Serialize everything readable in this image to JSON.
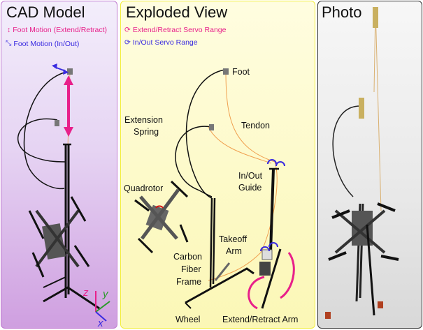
{
  "panels": {
    "cad": {
      "title": "CAD Model",
      "legend": [
        {
          "icon": "vertical-double-arrow-icon",
          "label": "Foot Motion (Extend/Retract)",
          "color": "#e8208a"
        },
        {
          "icon": "diagonal-double-arrow-icon",
          "label": "Foot Motion (In/Out)",
          "color": "#3a2be0"
        }
      ],
      "axes": {
        "z": "z",
        "y": "y",
        "x": "x"
      }
    },
    "exploded": {
      "title": "Exploded View",
      "legend": [
        {
          "icon": "rotate-arrows-icon",
          "label": "Extend/Retract Servo Range",
          "color": "#e8208a"
        },
        {
          "icon": "rotate-arrows-icon",
          "label": "In/Out Servo Range",
          "color": "#3a2be0"
        }
      ],
      "labels": {
        "foot": "Foot",
        "extension_spring_1": "Extension",
        "extension_spring_2": "Spring",
        "tendon": "Tendon",
        "inout_guide_1": "In/Out",
        "inout_guide_2": "Guide",
        "quadrotor": "Quadrotor",
        "takeoff_arm_1": "Takeoff",
        "takeoff_arm_2": "Arm",
        "carbon_1": "Carbon",
        "carbon_2": "Fiber",
        "carbon_3": "Frame",
        "wheel": "Wheel",
        "extend_retract_arm": "Extend/Retract Arm"
      }
    },
    "photo": {
      "title": "Photo"
    }
  }
}
